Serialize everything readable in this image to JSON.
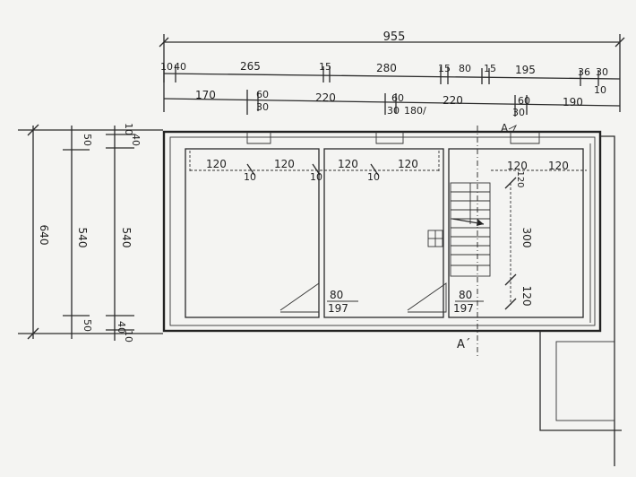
{
  "dims_top": {
    "total": "955",
    "row1": [
      "10",
      "40",
      "265",
      "15",
      "280",
      "15",
      "80",
      "15",
      "195",
      "36",
      "30",
      "10"
    ],
    "row2": [
      "170",
      "60",
      "30",
      "220",
      "60",
      "30",
      "180/",
      "220",
      "60",
      "30",
      "190"
    ]
  },
  "dims_left": {
    "outer": "640",
    "mid": [
      "50",
      "540",
      "50"
    ],
    "inner": [
      "10",
      "40",
      "540",
      "40",
      "10"
    ]
  },
  "rooms": {
    "window_dims": [
      "120",
      "120",
      "120",
      "120",
      "120",
      "120"
    ],
    "gap_labels": [
      "10",
      "10",
      "10"
    ],
    "width_label": "120",
    "stair_length": "300",
    "stair_width": "120",
    "opening_1": {
      "w": "80",
      "h": "197"
    },
    "opening_2": {
      "w": "80",
      "h": "197"
    }
  },
  "section_marks": {
    "top": "A",
    "bottom": "A´"
  }
}
